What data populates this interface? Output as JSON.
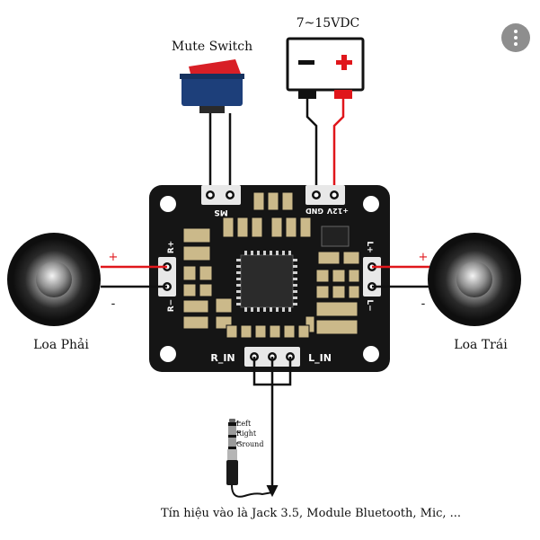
{
  "labels": {
    "power": "7~15VDC",
    "mute_switch": "Mute Switch",
    "right_speaker": "Loa Phải",
    "left_speaker": "Loa Trái",
    "input_note": "Tín hiệu vào là Jack 3.5, Module Bluetooth, Mic, ...",
    "battery_minus": "−",
    "battery_plus": "+",
    "speaker_plus": "+",
    "speaker_minus": "-"
  },
  "board": {
    "ms": "MS",
    "gnd": "GND",
    "v12": "+12V",
    "r_plus": "R+",
    "r_minus": "R−",
    "l_plus": "L+",
    "l_minus": "L−",
    "r_in": "R_IN",
    "l_in": "L_IN"
  },
  "jack": {
    "left": "Left",
    "right": "Right",
    "ground": "Ground"
  },
  "colors": {
    "board": "#151515",
    "wire_red": "#e0161b",
    "wire_black": "#111111",
    "switch_red": "#d81f26",
    "switch_body": "#1d3f7a"
  },
  "menu_icon": "more-vert-icon"
}
